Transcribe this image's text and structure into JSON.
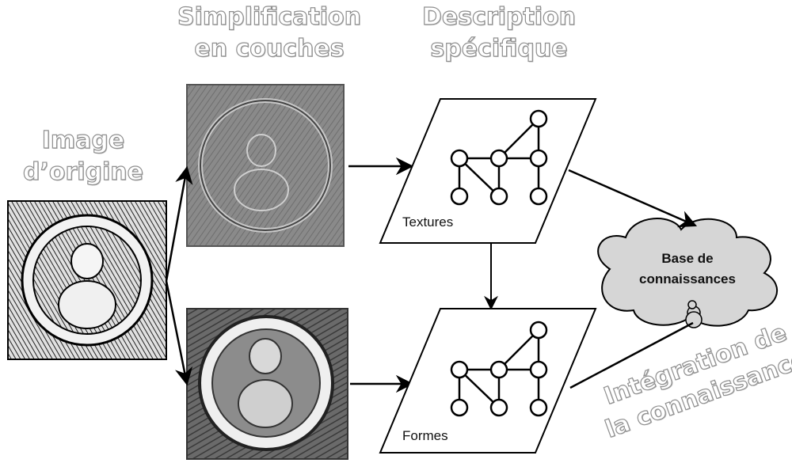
{
  "headings": {
    "simplification": [
      "Simplification",
      "en couches"
    ],
    "description": [
      "Description",
      "spécifique"
    ],
    "origine": [
      "Image",
      "d’origine"
    ],
    "integration": [
      "Intégration de",
      "la connaissance"
    ]
  },
  "planes": {
    "textures": "Textures",
    "formes": "Formes"
  },
  "knowledge_base": {
    "line1": "Base de",
    "line2": "connaissances"
  },
  "colors": {
    "heading_stroke": "#8f8f8f",
    "cloud_fill": "#d6d6d6",
    "line": "#000000"
  }
}
